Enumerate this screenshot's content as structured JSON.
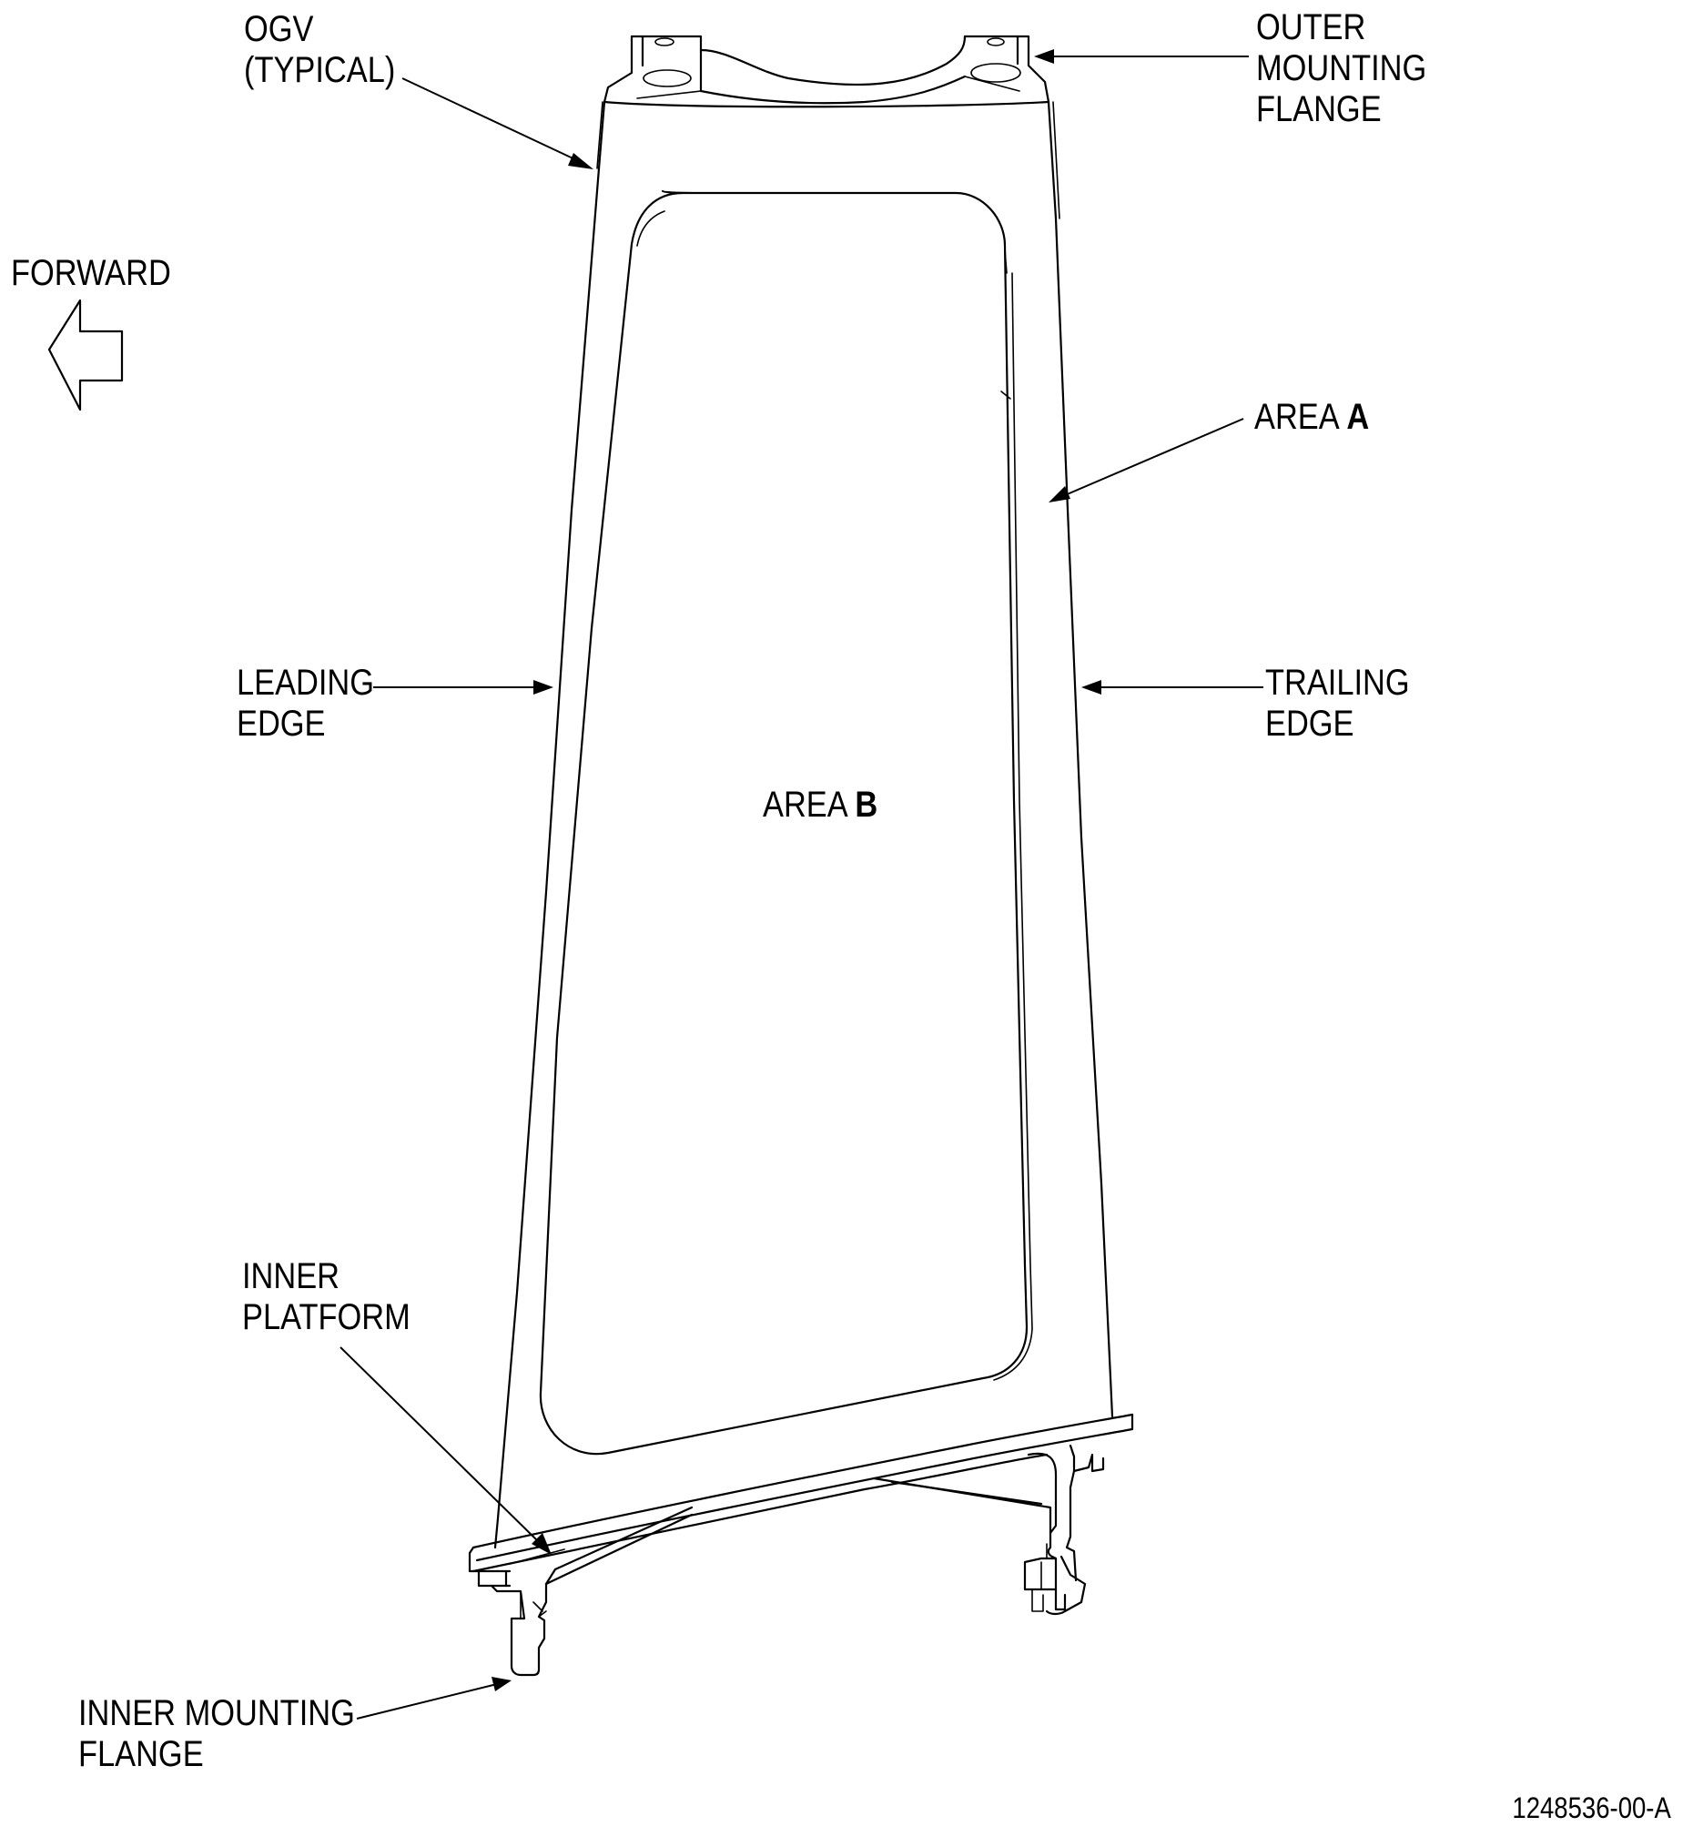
{
  "labels": {
    "ogv": {
      "line1": "OGV",
      "line2": "(TYPICAL)"
    },
    "outer_flange": {
      "line1": "OUTER",
      "line2": "MOUNTING",
      "line3": "FLANGE"
    },
    "forward": "FORWARD",
    "area_a": {
      "text": "AREA ",
      "letter": "A"
    },
    "leading_edge": {
      "line1": "LEADING",
      "line2": "EDGE"
    },
    "trailing_edge": {
      "line1": "TRAILING",
      "line2": "EDGE"
    },
    "area_b": {
      "text": "AREA ",
      "letter": "B"
    },
    "inner_platform": {
      "line1": "INNER",
      "line2": "PLATFORM"
    },
    "inner_flange": {
      "line1": "INNER MOUNTING",
      "line2": "FLANGE"
    }
  },
  "figure_number": "1248536-00-A"
}
